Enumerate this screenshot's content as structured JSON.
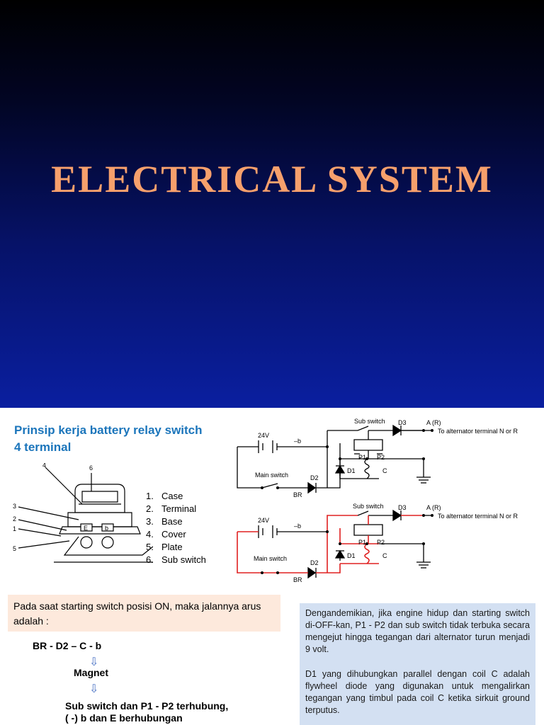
{
  "slide1": {
    "title": "ELECTRICAL  SYSTEM"
  },
  "slide2": {
    "heading": [
      "Prinsip kerja battery relay switch",
      "4 terminal"
    ],
    "relay_drawing": {
      "callouts": [
        "4",
        "6",
        "3",
        "2",
        "1",
        "5"
      ],
      "terminals": [
        "E",
        "b"
      ]
    },
    "parts": [
      {
        "num": "1.",
        "label": "Case"
      },
      {
        "num": "2.",
        "label": "Terminal"
      },
      {
        "num": "3.",
        "label": "Base"
      },
      {
        "num": "4.",
        "label": "Cover"
      },
      {
        "num": "5.",
        "label": "Plate"
      },
      {
        "num": "6.",
        "label": "Sub switch"
      }
    ],
    "circuit": {
      "sub_switch": "Sub switch",
      "d3": "D3",
      "ar": "A (R)",
      "to_alt": "To alternator terminal N or R",
      "voltage": "24V",
      "minus_b": "–b",
      "p1": "P1",
      "p2": "P2",
      "d1": "D1",
      "c": "C",
      "main_switch": "Main switch",
      "d2": "D2",
      "br": "BR"
    },
    "on_box": "Pada saat starting switch posisi ON, maka jalannya arus adalah :",
    "flow": {
      "step1": "BR - D2 – C - b",
      "step2": "Magnet",
      "step3": "Sub switch dan P1 - P2 terhubung,",
      "step4": "( -) b dan E berhubungan",
      "arrow": "⇩"
    },
    "note": {
      "p1": "Dengandemikian, jika engine hidup dan starting switch di-OFF-kan, P1 - P2 dan sub switch tidak terbuka secara mengejut hingga tegangan dari alternator turun menjadi 9 volt.",
      "p2": "D1 yang dihubungkan parallel dengan coil  C adalah flywheel  diode yang digunakan untuk mengalirkan tegangan yang timbul pada coil C ketika sirkuit ground terputus."
    },
    "colors": {
      "heading": "#1b75bb",
      "active_wire": "#e02020",
      "peach_box": "#fde9dc",
      "blue_box": "#d3e0f2",
      "title": "#f7a06c"
    }
  }
}
